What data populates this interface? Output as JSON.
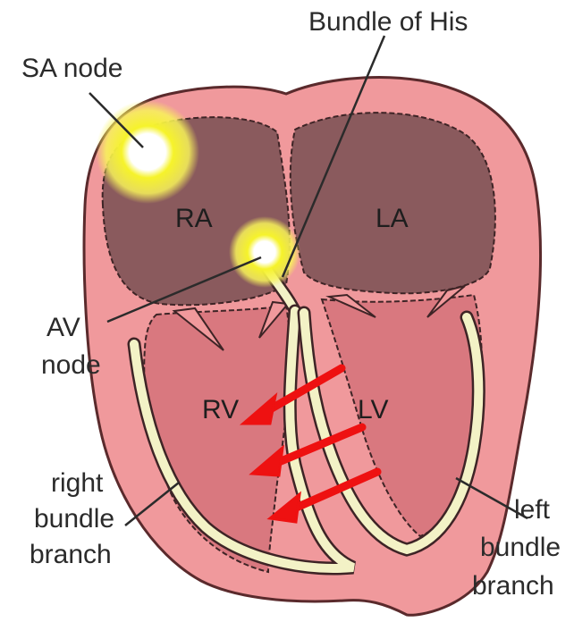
{
  "labels": {
    "sa_node": "SA node",
    "bundle_of_his": "Bundle of His",
    "av_node_line1": "AV",
    "av_node_line2": "node",
    "right_bundle_line1": "right",
    "right_bundle_line2": "bundle",
    "right_bundle_line3": "branch",
    "left_bundle_line1": "left",
    "left_bundle_line2": "bundle",
    "left_bundle_line3": "branch"
  },
  "chambers": {
    "ra": "RA",
    "la": "LA",
    "rv": "RV",
    "lv": "LV"
  },
  "colors": {
    "wall": "#f0999c",
    "atrium": "#8a5a5d",
    "ventricle": "#d9787f",
    "conduction": "#f3f2c6",
    "node_glow": "#f6f32a",
    "arrow": "#ee1111"
  }
}
